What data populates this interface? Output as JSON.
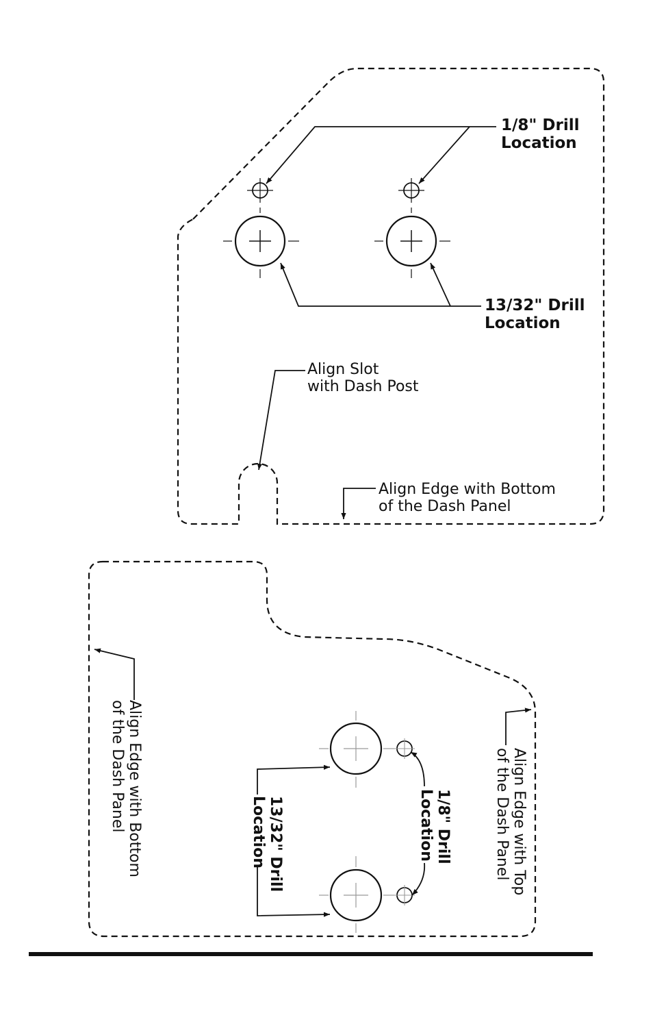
{
  "colors": {
    "ink": "#111111",
    "background": "#ffffff"
  },
  "template_top": {
    "small_drill_label": [
      "1/8\" Drill",
      "Location"
    ],
    "large_drill_label": [
      "13/32\" Drill",
      "Location"
    ],
    "slot_label": [
      "Align Slot",
      "with Dash Post"
    ],
    "edge_label": [
      "Align Edge with Bottom",
      "of the Dash Panel"
    ]
  },
  "template_bottom": {
    "left_edge_label": [
      "Align Edge with Bottom",
      "of the Dash Panel"
    ],
    "right_edge_label": [
      "Align Edge with Top",
      "of the Dash Panel"
    ],
    "large_drill_label": [
      "13/32\" Drill",
      "Location"
    ],
    "small_drill_label": [
      "1/8\" Drill",
      "Location"
    ]
  }
}
